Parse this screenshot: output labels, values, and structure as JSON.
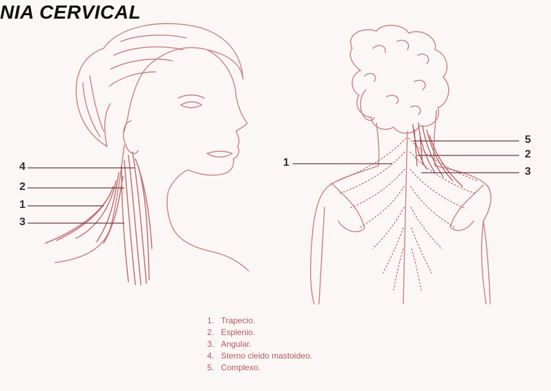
{
  "title": "NIA  CERVICAL",
  "left_figure": {
    "labels": [
      "4",
      "2",
      "1",
      "3"
    ]
  },
  "right_figure": {
    "left_labels": [
      "1"
    ],
    "right_labels": [
      "5",
      "2",
      "3"
    ]
  },
  "legend": [
    {
      "number": "1.",
      "text": "Trapecio."
    },
    {
      "number": "2.",
      "text": "Esplenio."
    },
    {
      "number": "3.",
      "text": "Angular."
    },
    {
      "number": "4.",
      "text": "Sterno cleido mastoideo."
    },
    {
      "number": "5.",
      "text": "Complexo."
    }
  ],
  "colors": {
    "skin_line": "#c97f83",
    "muscle": "#b8585d",
    "leader": "#6b3b3b",
    "title": "#111111",
    "legend_text": "#b2585c"
  }
}
